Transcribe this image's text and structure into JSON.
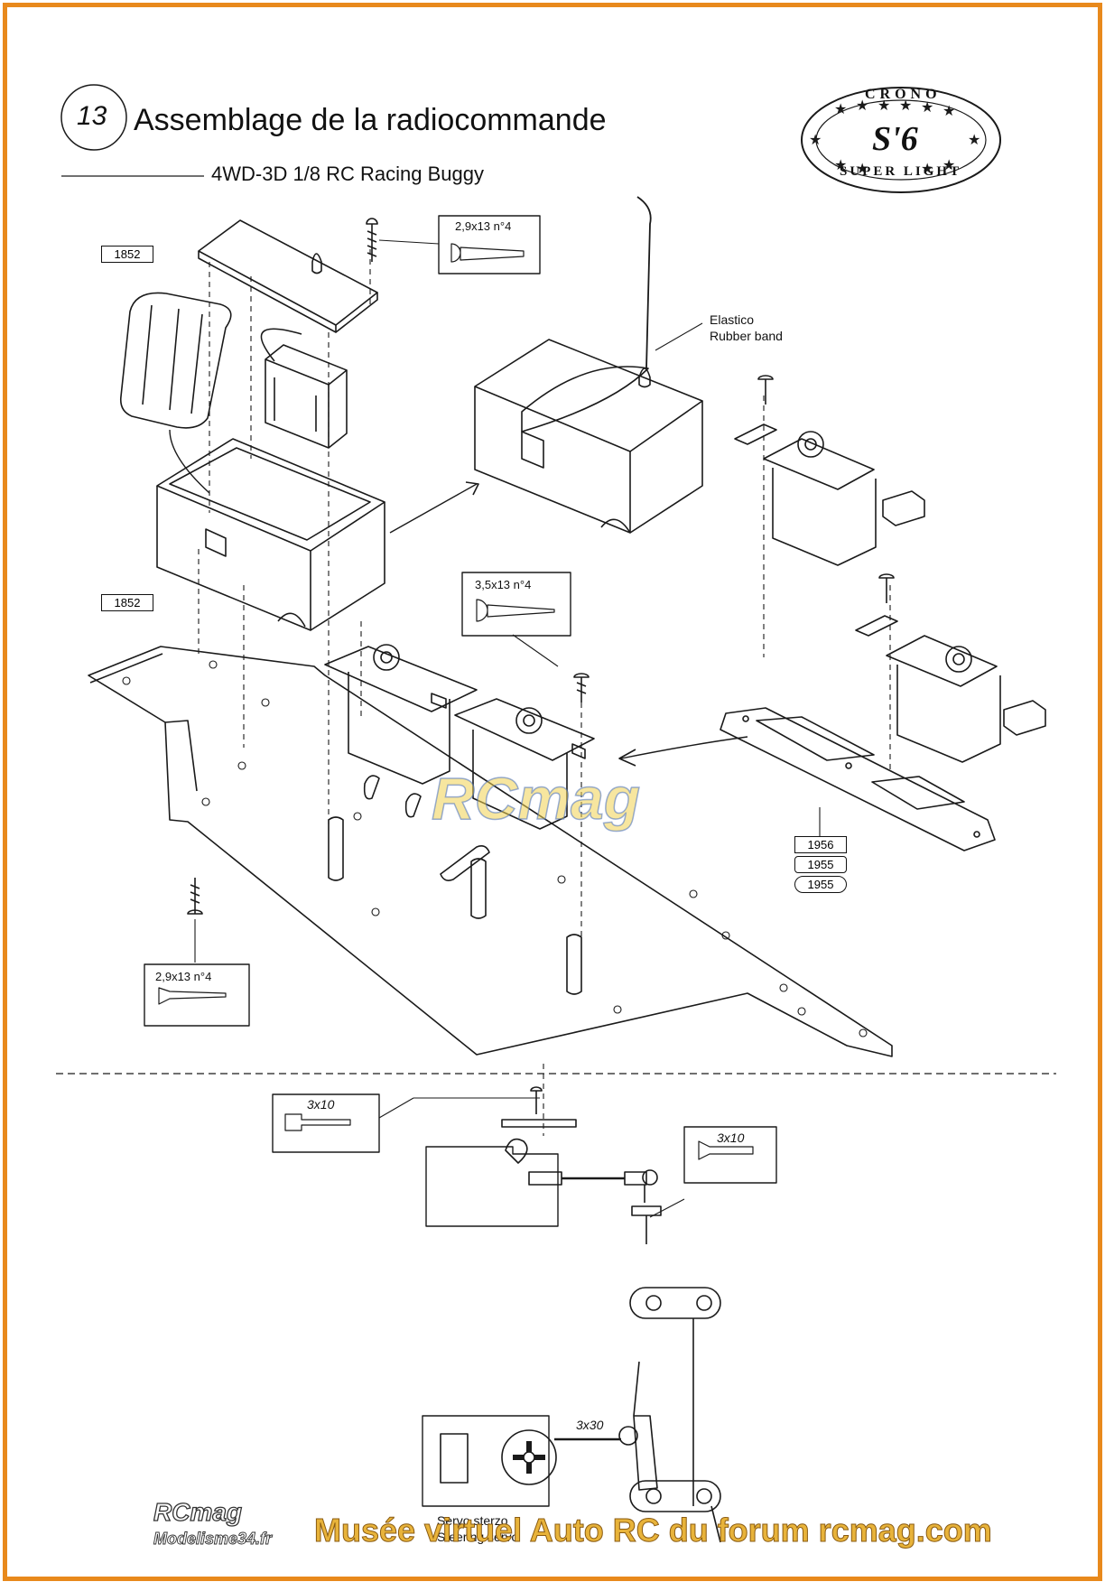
{
  "step": {
    "number": "13",
    "title": "Assemblage de la radiocommande",
    "subtitle": "4WD-3D 1/8 RC Racing Buggy"
  },
  "logo": {
    "top_text": "CRONO",
    "center_text": "S'6",
    "bottom_text": "SUPER LIGHT"
  },
  "parts": {
    "receiver_box_lid": "1852",
    "receiver_box": "1852",
    "servo_plate_1": "1956",
    "servo_plate_2": "1955",
    "servo_plate_3": "1955"
  },
  "screws": {
    "lid_screw": "2,9x13 n°4",
    "servo_screw": "3,5x13 n°4",
    "post_screw": "2,9x13 n°4",
    "linkage_screw_top": "3x10",
    "linkage_screw_right": "3x10",
    "steering_rod": "3x30"
  },
  "callouts": {
    "rubber_band_it": "Elastico",
    "rubber_band_en": "Rubber band",
    "servo_it": "Servo sterzo",
    "servo_en": "Steering servo"
  },
  "watermarks": {
    "center": "RCmag",
    "bottom_logo": "RCmag",
    "bottom_site": "Modelisme34.fr",
    "footer": "Musée virtuel Auto RC du forum rcmag.com"
  }
}
